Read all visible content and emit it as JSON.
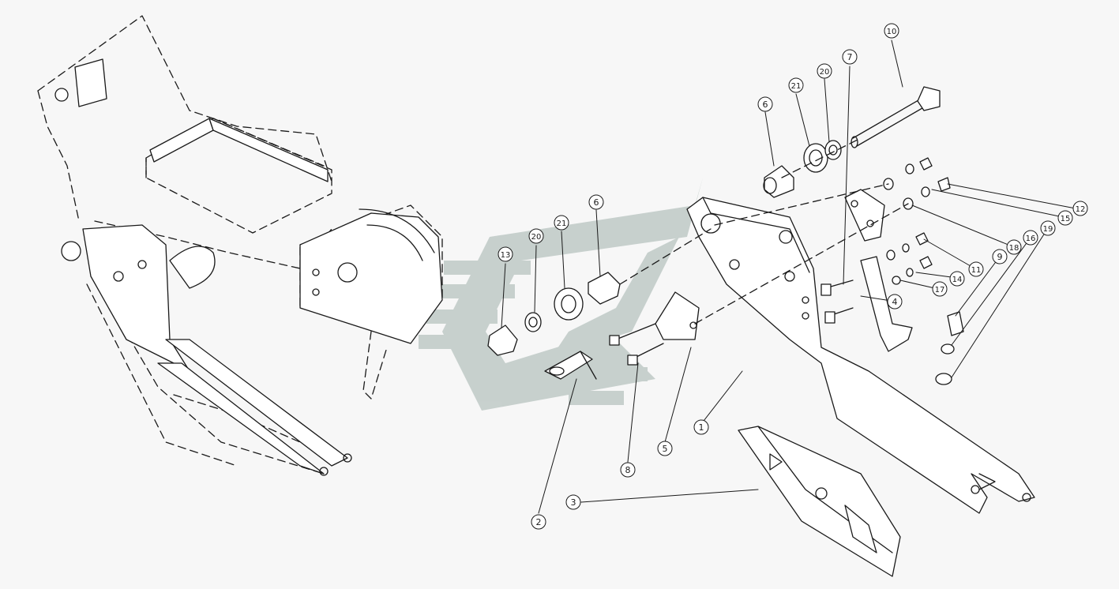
{
  "diagram": {
    "type": "exploded parts diagram",
    "colors": {
      "background": "#f7f7f7",
      "line": "#1a1a1a",
      "part_fill": "#ffffff",
      "watermark": "#b8c4c0"
    },
    "callouts": [
      {
        "id": "c1",
        "label": "1"
      },
      {
        "id": "c2",
        "label": "2"
      },
      {
        "id": "c3",
        "label": "3"
      },
      {
        "id": "c4",
        "label": "4"
      },
      {
        "id": "c5",
        "label": "5"
      },
      {
        "id": "c6a",
        "label": "6"
      },
      {
        "id": "c6b",
        "label": "6"
      },
      {
        "id": "c7",
        "label": "7"
      },
      {
        "id": "c8",
        "label": "8"
      },
      {
        "id": "c9",
        "label": "9"
      },
      {
        "id": "c10",
        "label": "10"
      },
      {
        "id": "c11",
        "label": "11"
      },
      {
        "id": "c12",
        "label": "12"
      },
      {
        "id": "c13",
        "label": "13"
      },
      {
        "id": "c14",
        "label": "14"
      },
      {
        "id": "c15",
        "label": "15"
      },
      {
        "id": "c16",
        "label": "16"
      },
      {
        "id": "c17",
        "label": "17"
      },
      {
        "id": "c18",
        "label": "18"
      },
      {
        "id": "c19",
        "label": "19"
      },
      {
        "id": "c20a",
        "label": "20"
      },
      {
        "id": "c20b",
        "label": "20"
      },
      {
        "id": "c21a",
        "label": "21"
      },
      {
        "id": "c21b",
        "label": "21"
      }
    ]
  }
}
